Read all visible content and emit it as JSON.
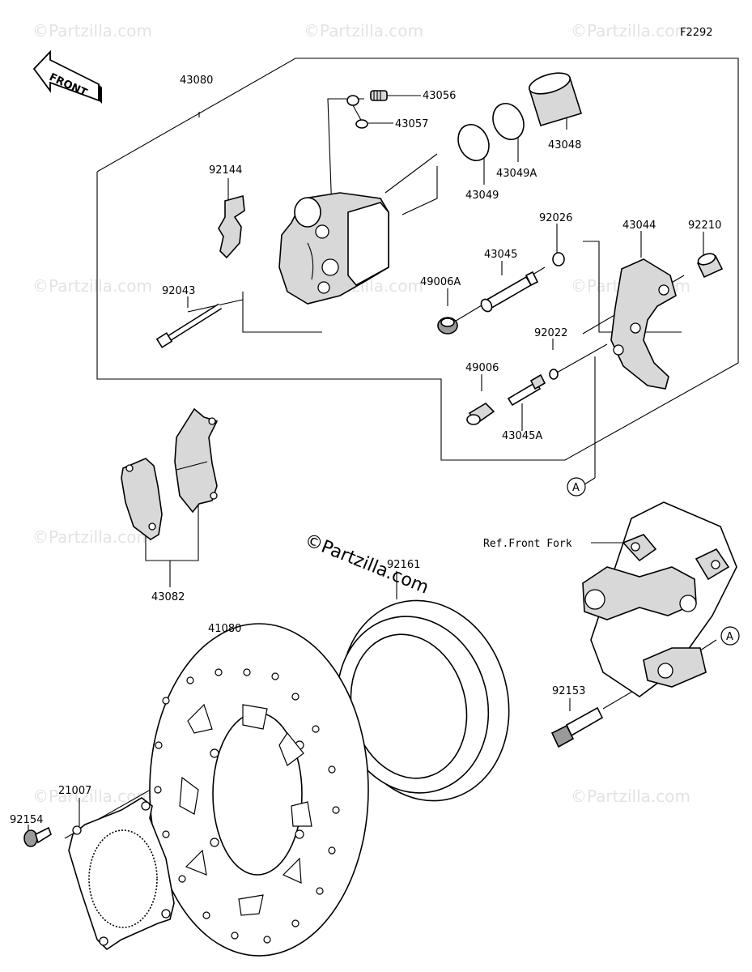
{
  "figure_code": "F2292",
  "front_label": "FRONT",
  "watermark": "©Partzilla.com",
  "ref_front_fork": "Ref.Front Fork",
  "callout_a": "A",
  "parts": {
    "p43080": "43080",
    "p43056": "43056",
    "p43057": "43057",
    "p43048": "43048",
    "p43049": "43049",
    "p43049A": "43049A",
    "p92144": "92144",
    "p92026": "92026",
    "p43044": "43044",
    "p92210": "92210",
    "p43045": "43045",
    "p49006A": "49006A",
    "p92043": "92043",
    "p92022": "92022",
    "p49006": "49006",
    "p43045A": "43045A",
    "p43082": "43082",
    "p92161": "92161",
    "p41080": "41080",
    "p92153": "92153",
    "p21007": "21007",
    "p92154": "92154"
  }
}
